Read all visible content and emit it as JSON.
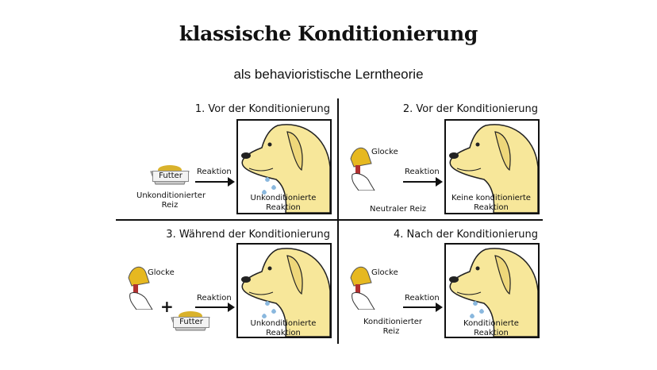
{
  "header": {
    "title": "klassische Konditionierung",
    "subtitle": "als behavioristische Lerntheorie"
  },
  "panels": [
    {
      "title": "1. Vor der Konditionierung",
      "stimulus_label": "Unkonditionierter\nReiz",
      "bowl_text": "Futter",
      "arrow_label": "Reaktion",
      "response_label": "Unkonditionierte\nReaktion"
    },
    {
      "title": "2. Vor der Konditionierung",
      "stimulus_label": "Neutraler Reiz",
      "bell_label": "Glocke",
      "arrow_label": "Reaktion",
      "response_label": "Keine konditionierte\nReaktion"
    },
    {
      "title": "3. Während der Konditionierung",
      "bell_label": "Glocke",
      "bowl_text": "Futter",
      "plus": "+",
      "arrow_label": "Reaktion",
      "response_label": "Unkonditionierte\nReaktion"
    },
    {
      "title": "4. Nach der Konditionierung",
      "stimulus_label": "Konditionierter\nReiz",
      "bell_label": "Glocke",
      "arrow_label": "Reaktion",
      "response_label": "Konditionierte\nReaktion"
    }
  ],
  "colors": {
    "dog": "#f7e79a",
    "drops": "#8ab8de",
    "bell": "#e6b820",
    "food": "#d9b22c"
  }
}
